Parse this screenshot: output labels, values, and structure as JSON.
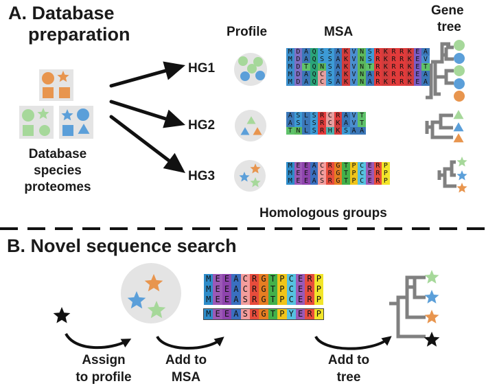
{
  "section_a": {
    "title_line1": "A. Database",
    "title_line2": "preparation",
    "col_profile": "Profile",
    "col_msa": "MSA",
    "col_tree_line1": "Gene",
    "col_tree_line2": "tree",
    "source_label_line1": "Database",
    "source_label_line2": "species",
    "source_label_line3": "proteomes",
    "groups_caption": "Homologous groups",
    "groups": [
      {
        "name": "HG1",
        "msa": [
          "MDAQSSAKVNSRKRRKEA",
          "MDAQSSAKVNSRKRRKEV",
          "MDTQNSAKVNTRKRRKET",
          "MDAQCSAKVNARKRRKEA",
          "MDAQCSAKVNARKRRKEA"
        ]
      },
      {
        "name": "HG2",
        "msa": [
          "ASLSRCRAVT",
          "ASLSRCKAVT",
          "TNLSRHKSAA"
        ]
      },
      {
        "name": "HG3",
        "msa": [
          "MEEACRGTPCERP",
          "MEEACRGTPCERP",
          "MEEASRGTPCERP"
        ]
      }
    ]
  },
  "section_b": {
    "title": "B. Novel sequence search",
    "msa": [
      "MEEACRGTPCERP",
      "MEEACRGTPCERP",
      "MEEASRGTPCERP"
    ],
    "query": "MEEASRGTPYERP",
    "step1_line1": "Assign",
    "step1_line2": "to profile",
    "step2_line1": "Add to",
    "step2_line2": "MSA",
    "step3_line1": "Add to",
    "step3_line2": "tree"
  },
  "colors": {
    "orange": "#e8954e",
    "green": "#a6d89a",
    "blue": "#5b9fd9",
    "panel_gray": "#e4e4e4",
    "tree_gray": "#808080",
    "black": "#111111"
  },
  "residue_colors": {
    "M": "#3b8fcc",
    "D": "#7e6fc4",
    "A": "#3b77b8",
    "Q": "#2aa57a",
    "S": "#3d9bd6",
    "K": "#d23c3c",
    "V": "#4b8fd0",
    "N": "#5cb85c",
    "R": "#e23b3b",
    "E": "#7a5cc4",
    "T": "#5fc26a",
    "L": "#3b77b8",
    "C": "#e59e9e",
    "H": "#4cb3b0",
    "G": "#e0913c",
    "P": "#e8d62c",
    "Y": "#56b9b5"
  },
  "column_palettes": {
    "hg3": [
      "#2e8cc9",
      "#9b59b6",
      "#8e44ad",
      "#3a6fbf",
      "#f39d9d",
      "#e74c3c",
      "#e67e22",
      "#43b04a",
      "#f0c419",
      "#56c2e0",
      "#9b59b6",
      "#e74c3c",
      "#f2e52a"
    ]
  }
}
